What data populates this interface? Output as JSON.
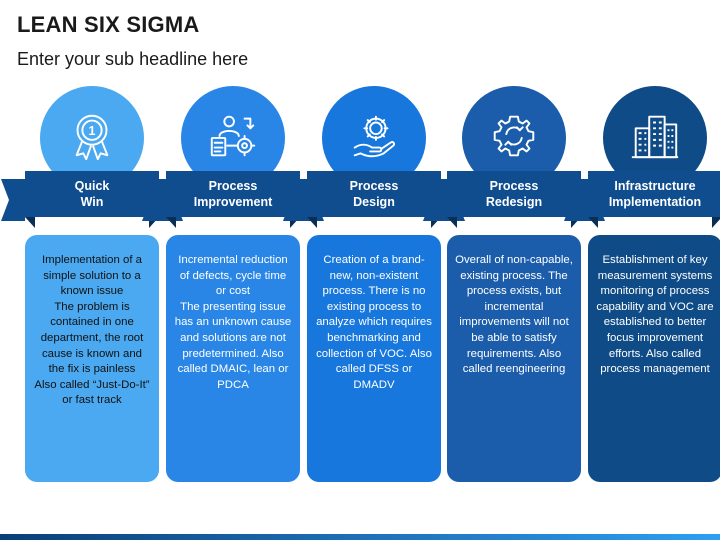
{
  "title": "LEAN SIX SIGMA",
  "subtitle": "Enter your sub headline here",
  "colors": {
    "light_blue": "#4aa9f0",
    "medium_blue": "#2a86e6",
    "bright_blue": "#1777dc",
    "royal_blue": "#1b5dab",
    "dark_blue": "#0f4b87",
    "ribbon": "#0f4d8f",
    "ribbon_fold": "#0a2f57"
  },
  "columns": [
    {
      "heading": "Quick\nWin",
      "icon": "award-medal-icon",
      "color": "#4aa9f0",
      "text_tone": "dark",
      "description": "Implementation of a simple solution to a known issue\nThe problem is contained in one department,  the root cause is known and the fix is painless\nAlso called “Just-Do-It” or fast track"
    },
    {
      "heading": "Process\nImprovement",
      "icon": "person-process-icon",
      "color": "#2a86e6",
      "text_tone": "light",
      "description": "Incremental reduction of defects, cycle time or cost\nThe presenting issue has an unknown cause and solutions are not predetermined. Also called DMAIC, lean or PDCA"
    },
    {
      "heading": "Process\nDesign",
      "icon": "gear-hand-icon",
      "color": "#1777dc",
      "text_tone": "light",
      "description": "Creation of a brand-new, non-existent process. There is no existing process to analyze which requires benchmarking and collection of VOC. Also called DFSS or DMADV"
    },
    {
      "heading": "Process\nRedesign",
      "icon": "gear-cycle-icon",
      "color": "#1b5dab",
      "text_tone": "light",
      "description": "Overall of non-capable, existing process. The process exists, but incremental improvements will not be able to satisfy requirements. Also called reengineering"
    },
    {
      "heading": "Infrastructure\nImplementation",
      "icon": "buildings-icon",
      "color": "#0f4b87",
      "text_tone": "light",
      "description": "Establishment of key measurement systems monitoring of process capability  and VOC are established to better focus improvement efforts. Also called process management"
    }
  ]
}
